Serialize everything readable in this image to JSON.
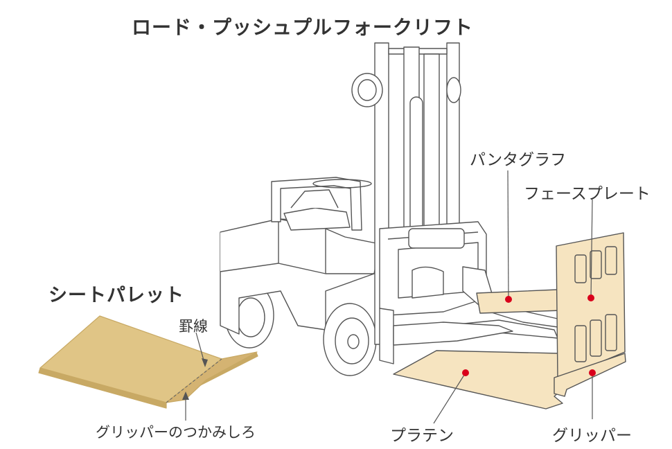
{
  "title": "ロード・プッシュプルフォークリフト",
  "labels": {
    "sheet_pallet": "シートパレット",
    "score_line": "罫線",
    "gripper_grip_area": "グリッパーのつかみしろ",
    "pantograph": "パンタグラフ",
    "face_plate": "フェースプレート",
    "platen": "プラテン",
    "gripper": "グリッパー"
  },
  "colors": {
    "line": "#555555",
    "fill": "#ffffff",
    "beige": "#f6e4c0",
    "kraft": "#e0c586",
    "kraft_edge": "#c8a964",
    "marker": "#d9001b"
  }
}
